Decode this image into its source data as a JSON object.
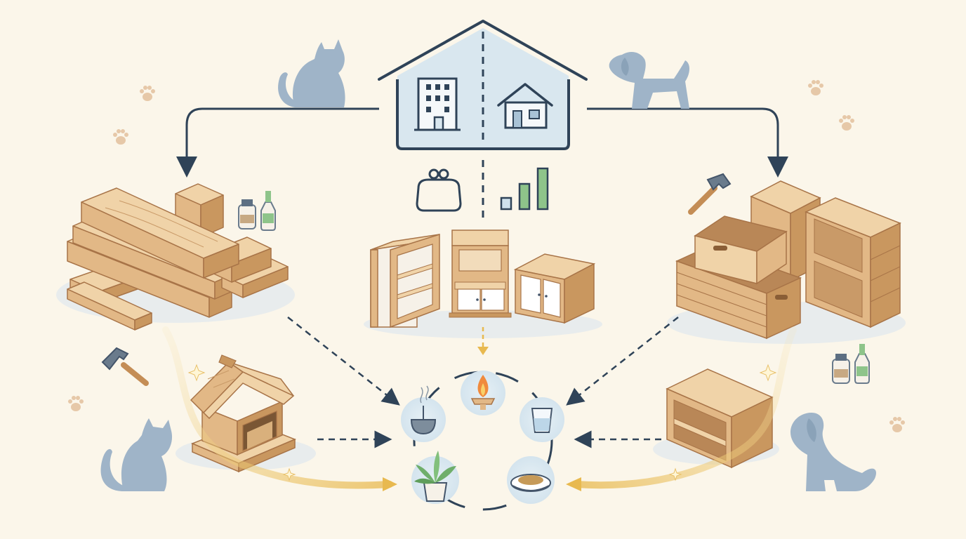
{
  "colors": {
    "background": "#fbf6ea",
    "wood_light": "#f0d3a8",
    "wood_mid": "#e2b886",
    "wood_dark": "#c9975f",
    "wood_line": "#a87448",
    "navy": "#2f4358",
    "pet": "#9fb4c8",
    "paw": "#e6c8a8",
    "house_fill": "#d9e7ef",
    "gold": "#e8c06a",
    "green": "#8ec48a",
    "blue_panel": "#cfe1ec",
    "flame": "#f08a3c"
  },
  "icons": {
    "top_house": "home-icon",
    "apartment": "apartment-building-icon",
    "detached_house": "detached-house-icon",
    "wallet": "coin-purse-icon",
    "growth": "bar-chart-growth-icon",
    "cats": "cat-silhouette-icon",
    "dogs": "dog-silhouette-icon",
    "paws": "paw-print-icon",
    "hammer": "hammer-icon",
    "bottles": "wood-finish-bottles-icon",
    "incense": "incense-burner-icon",
    "candle": "candle-flame-icon",
    "water": "water-cup-icon",
    "plant": "potted-plant-icon",
    "food": "food-offering-bowl-icon"
  },
  "groups": {
    "left_top": "raw-lumber-boards",
    "center_top": "small-cabinets",
    "right_top": "wooden-crates",
    "left_bottom": "small-wooden-shrine",
    "right_bottom": "open-wooden-box-shelf",
    "center_ring": "pet-memorial-offering-circle"
  }
}
